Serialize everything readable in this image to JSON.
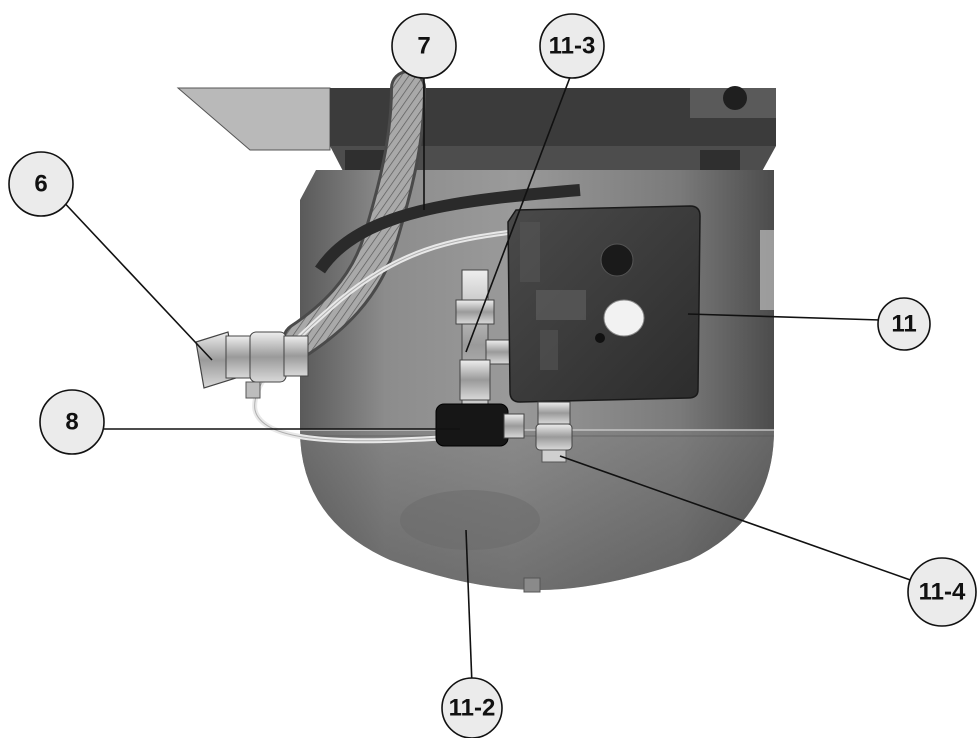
{
  "figure": {
    "subject": "air compressor tank underside with pressure switch, hose and fittings",
    "callouts": [
      {
        "id": "c6",
        "label": "6"
      },
      {
        "id": "c7",
        "label": "7"
      },
      {
        "id": "c11-3",
        "label": "11-3"
      },
      {
        "id": "c8",
        "label": "8"
      },
      {
        "id": "c11",
        "label": "11"
      },
      {
        "id": "c11-4",
        "label": "11-4"
      },
      {
        "id": "c11-2",
        "label": "11-2"
      }
    ]
  },
  "colors": {
    "background": "#ffffff",
    "callout_fill": "#ebebeb",
    "outline": "#111111",
    "tank": "#7b7b7b",
    "dark_part": "#3a3a3a"
  }
}
